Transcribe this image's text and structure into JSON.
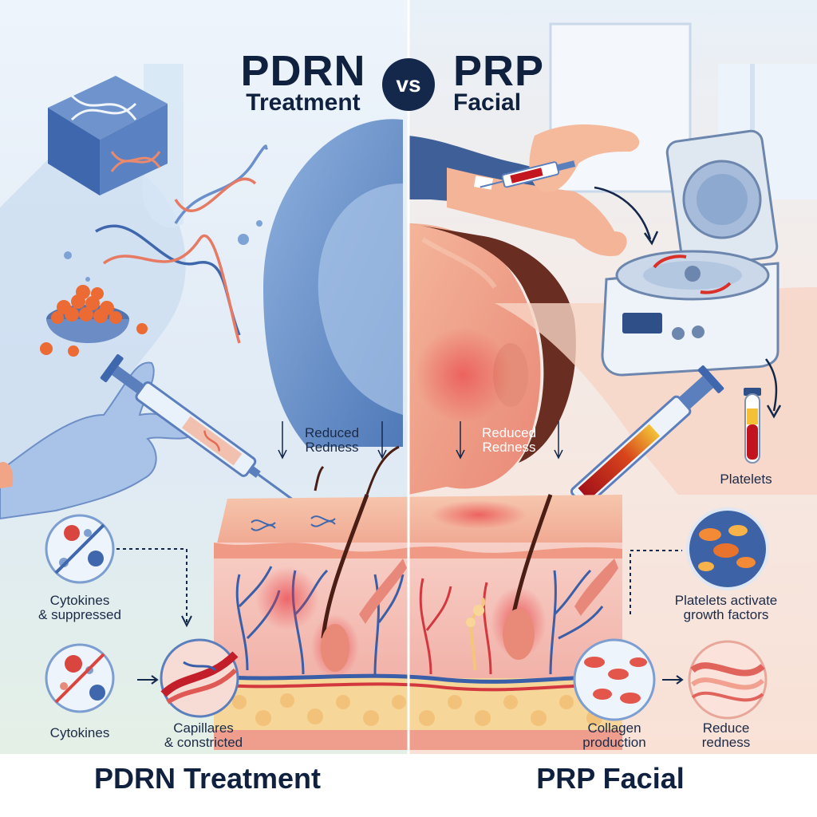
{
  "header": {
    "left_title": "PDRN",
    "left_subtitle": "Treatment",
    "vs": "vs",
    "right_title": "PRP",
    "right_subtitle": "Facial"
  },
  "callouts": {
    "left_reduced": "Reduced\nRedness",
    "right_reduced": "Reduced\nRedness",
    "platelets": "Platelets",
    "cytokines_suppressed": "Cytokines\n& suppressed",
    "cytokines": "Cytokines",
    "capillaries": "Capillares\n& constricted",
    "platelets_activate": "Platelets activate\ngrowth factors",
    "collagen": "Collagen\nproduction",
    "reduce_redness": "Reduce\nredness"
  },
  "footer": {
    "left": "PDRN Treatment",
    "right": "PRP Facial"
  },
  "colors": {
    "navy": "#13284b",
    "left_bg": "#dbe8f5",
    "right_bg": "#f8e2d8",
    "skin_red": "#e0454a",
    "vein_blue": "#3a5fa8"
  },
  "icons": [
    "dna-cube-icon",
    "dna-strand-icon",
    "gloved-hand-icon",
    "syringe-icon",
    "caviar-bowl-icon",
    "centrifuge-icon",
    "blood-tube-icon",
    "arm-blood-draw-icon",
    "face-profile-icon",
    "skin-cross-section-icon",
    "cytokine-circle-icon",
    "capillary-circle-icon",
    "platelet-circle-icon",
    "collagen-circle-icon",
    "redness-fiber-circle-icon"
  ]
}
